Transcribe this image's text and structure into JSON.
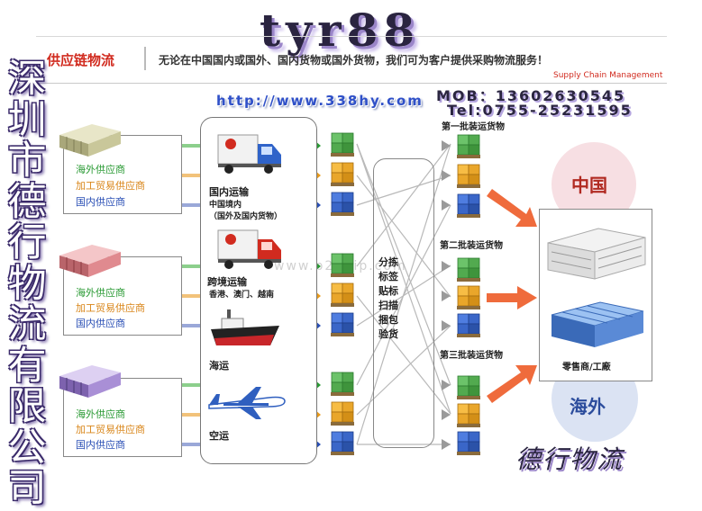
{
  "watermark_top": "tyr88",
  "header": {
    "title": "供应链物流",
    "slogan": "无论在中国国内或国外、国内货物或国外货物，我们可为客户提供采购物流服务！",
    "subtitle": "Supply Chain Management"
  },
  "url": "http://www.338hy.com",
  "contact": {
    "mob": "MOB：13602630545",
    "tel": "Tel:0755-25231595"
  },
  "company_vertical": [
    "深",
    "圳",
    "市",
    "德",
    "行",
    "物",
    "流",
    "有",
    "限",
    "公",
    "司"
  ],
  "suppliers": [
    {
      "overseas": "海外供应商",
      "processing": "加工贸易供应商",
      "domestic": "国内供应商",
      "color": "#c9c79a"
    },
    {
      "overseas": "海外供应商",
      "processing": "加工贸易供应商",
      "domestic": "国内供应商",
      "color": "#e08a8f"
    },
    {
      "overseas": "海外供应商",
      "processing": "加工贸易供应商",
      "domestic": "国内供应商",
      "color": "#a98fd6"
    }
  ],
  "transport": {
    "domestic_label": "国内运输",
    "domestic_sub1": "中国境内",
    "domestic_sub2": "（国外及国内货物）",
    "crossborder_label": "跨境运输",
    "crossborder_sub": "香港、澳门、越南",
    "sea_label": "海运",
    "air_label": "空运"
  },
  "processing": [
    "分拣",
    "标签",
    "贴标",
    "扫描",
    "捆包",
    "验货"
  ],
  "batches": [
    "第一批装运货物",
    "第二批装运货物",
    "第三批装运货物"
  ],
  "destinations": {
    "china": "中国",
    "overseas": "海外",
    "retail_factory": "零售商/工廠"
  },
  "watermark_mid": "www.b2bvip.com",
  "watermark_bottom": "德行物流",
  "colors": {
    "red": "#d12b1f",
    "green_arrow": "#2a9a34",
    "orange_arrow": "#e89a1c",
    "blue_arrow": "#2a4fb5",
    "big_arrow": "#ef6b3c"
  }
}
